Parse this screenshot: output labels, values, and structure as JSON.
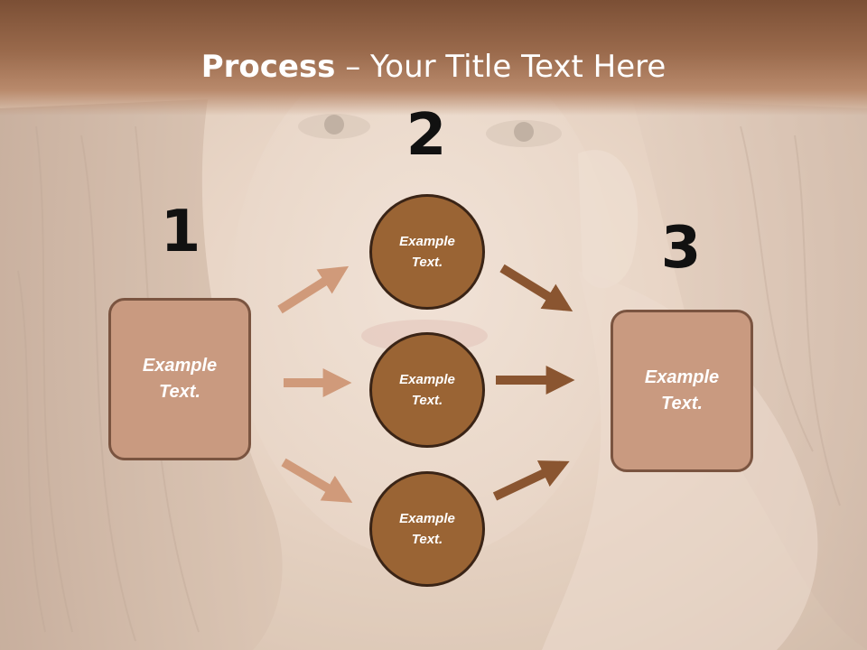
{
  "title": {
    "bold": "Process",
    "rest": " – Your Title Text Here"
  },
  "steps": [
    {
      "number": "1",
      "label": "Example Text."
    },
    {
      "number": "2"
    },
    {
      "number": "3",
      "label": "Example Text."
    }
  ],
  "circles": [
    {
      "label": "Example Text."
    },
    {
      "label": "Example Text."
    },
    {
      "label": "Example Text."
    }
  ],
  "colors": {
    "title_band": "#8a5a3e",
    "left_arrows": "#d09a7a",
    "right_arrows": "#8a5530",
    "box_fill": "#c99a80",
    "circle_fill": "#9a6434"
  },
  "icons": {
    "arrows": "arrow-right-icon"
  }
}
